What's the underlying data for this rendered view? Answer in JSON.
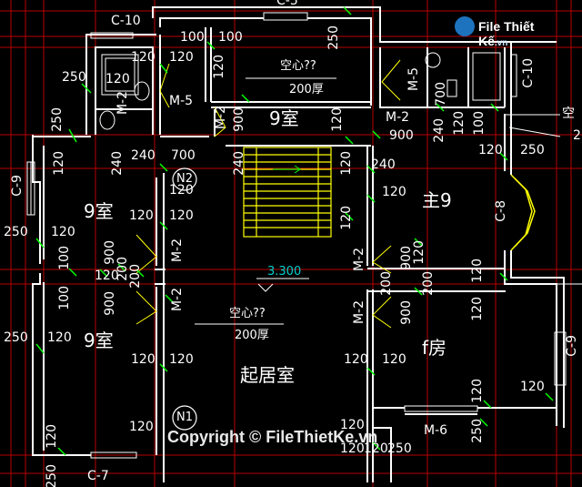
{
  "elevation": "3.300",
  "rooms": {
    "void_top": "空心??",
    "void_top_thk": "200厚",
    "room9_top": "9室",
    "room9_left_upper": "9室",
    "room9_left_lower": "9室",
    "master9": "主9",
    "f_room": "f房",
    "void_mid": "空心??",
    "void_mid_thk": "200厚",
    "living": "起居室"
  },
  "tags": {
    "c10_top": "C-10",
    "c10_right": "C-10",
    "c9_left": "C-9",
    "c9_right": "C-9",
    "c8": "C-8",
    "c7": "C-7",
    "m5_left": "M-5",
    "m5_right": "M-5",
    "m2_a": "M-2",
    "m2_b": "M-2",
    "m2_c": "M-2",
    "m2_d": "M-2",
    "m2_e": "M-2",
    "m2_f": "M-2",
    "m2_g": "M-2",
    "m6": "M-6",
    "n1": "N1",
    "n2": "N2",
    "c5_top": "C-5",
    "kong_right": "空",
    "two_right": "2"
  },
  "dims": {
    "d100a": "100",
    "d100b": "100",
    "d120a": "120",
    "d120b": "120",
    "d120c": "120",
    "d250a": "250",
    "d250b": "250",
    "d250c": "250",
    "d250d": "250",
    "d120d": "120",
    "d120e": "120",
    "d120f": "120",
    "d120g": "120",
    "d700a": "700",
    "d700b": "700",
    "d900a": "900",
    "d900b": "900",
    "d240a": "240",
    "d240b": "240",
    "d240c": "240",
    "d240d": "240",
    "d120h": "120",
    "d120i": "120",
    "d120j": "120",
    "d120k": "120",
    "d100c": "100",
    "d100d": "100",
    "d120l": "120",
    "d120m": "120",
    "d120n": "120",
    "d120o": "120",
    "d120p": "120",
    "d120q": "120",
    "d120r": "120",
    "d120s": "120",
    "d120t": "120",
    "d120u": "120",
    "d120v": "120",
    "d120w": "120",
    "d120x": "120",
    "d120y": "120",
    "d120z": "120",
    "d250e": "250",
    "d250f": "250",
    "d250g": "250",
    "d900c": "900",
    "d900d": "900",
    "d900e": "900",
    "d900f": "900",
    "d200a": "200",
    "d200b": "200",
    "d200c": "200",
    "d200d": "200",
    "d120aa": "120",
    "d120ab": "120",
    "d120ac": "120",
    "d120ad": "120",
    "d120ae": "120",
    "d120af": "120",
    "d120ag": "120",
    "d120ah": "120",
    "d250h": "250",
    "d120ai": "120",
    "d120aj": "120",
    "d120ak": "120"
  },
  "watermark": {
    "brand_name": "File Thiết Kế",
    "brand_tld": ".vn",
    "copyright": "Copyright © FileThietKe.vn"
  },
  "colors": {
    "background": "#000000",
    "wall": "#ffffff",
    "grid": "#c00000",
    "dim_line": "#00ff00",
    "stair": "#ffff00",
    "door_swing": "#ffff00",
    "text": "#ffffff",
    "elevation": "#00d0d0"
  }
}
